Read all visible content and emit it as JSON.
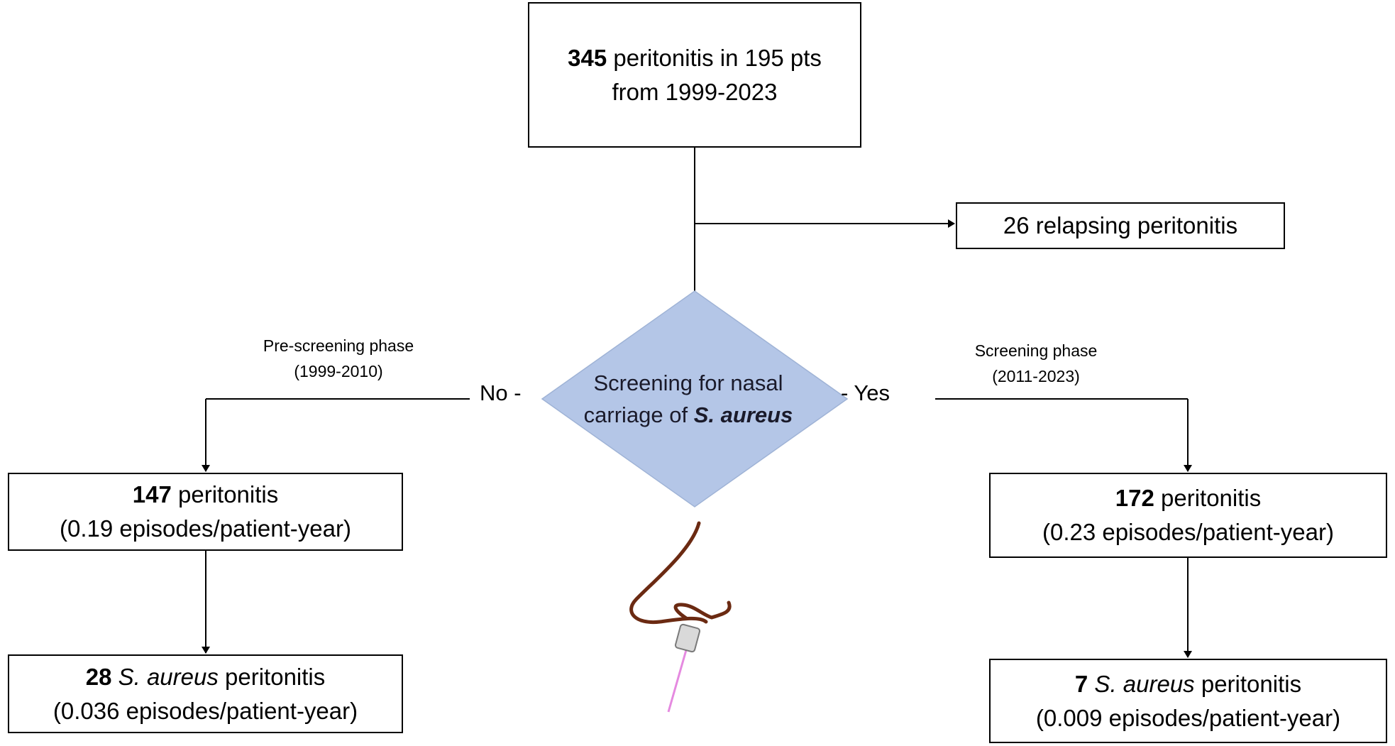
{
  "top_box": {
    "num": "345",
    "text1": " peritonitis in 195 pts",
    "line2": "from 1999-2023"
  },
  "relapse_box": {
    "text": "26 relapsing peritonitis"
  },
  "diamond": {
    "line1": "Screening for nasal",
    "line2_prefix": "carriage of ",
    "line2_italic": "S. aureus"
  },
  "left_branch": {
    "answer": "No -",
    "phase_line1": "Pre-screening phase",
    "phase_line2": "(1999-2010)"
  },
  "right_branch": {
    "answer": "- Yes",
    "phase_line1": "Screening phase",
    "phase_line2": "(2011-2023)"
  },
  "left_box1": {
    "num": "147",
    "text": " peritonitis",
    "line2": "(0.19 episodes/patient-year)"
  },
  "left_box2": {
    "num": "28",
    "italic": " S. aureus",
    "text": " peritonitis",
    "line2": "(0.036 episodes/patient-year)"
  },
  "right_box1": {
    "num": "172",
    "text": " peritonitis",
    "line2": "(0.23 episodes/patient-year)"
  },
  "right_box2": {
    "num": "7",
    "italic": " S. aureus",
    "text": " peritonitis",
    "line2": "(0.009 episodes/patient-year)"
  },
  "colors": {
    "diamond_fill": "#b4c6e7",
    "nose": "#6b2a12",
    "swab_stick": "#e58ae0"
  },
  "icons": [
    "nose-swab-icon"
  ]
}
